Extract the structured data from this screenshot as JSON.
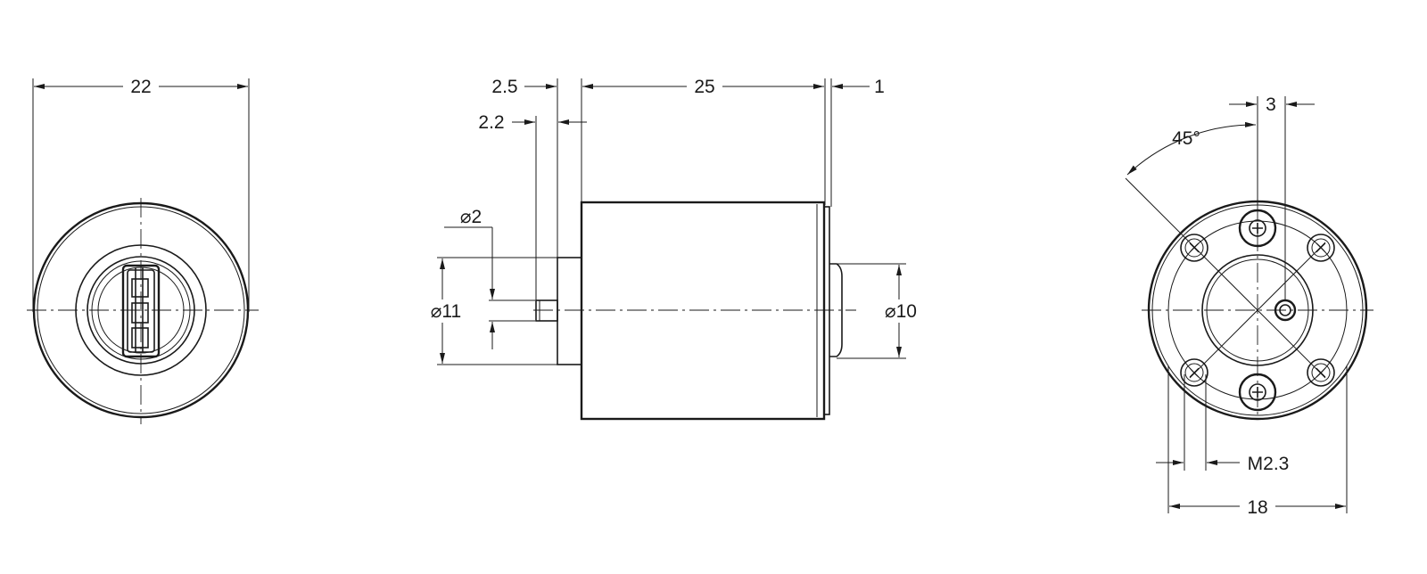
{
  "dimensions": {
    "front_width": "22",
    "shaft_collar_length": "2.5",
    "body_length": "25",
    "rear_boss_length": "1",
    "shaft_offset": "2.2",
    "shaft_diameter": "⌀2",
    "flange_diameter": "⌀11",
    "boss_diameter": "⌀10",
    "angle": "45°",
    "hole_offset": "3",
    "thread": "M2.3",
    "rear_width": "18"
  },
  "colors": {
    "line": "#1a1a1a",
    "background": "#ffffff"
  }
}
